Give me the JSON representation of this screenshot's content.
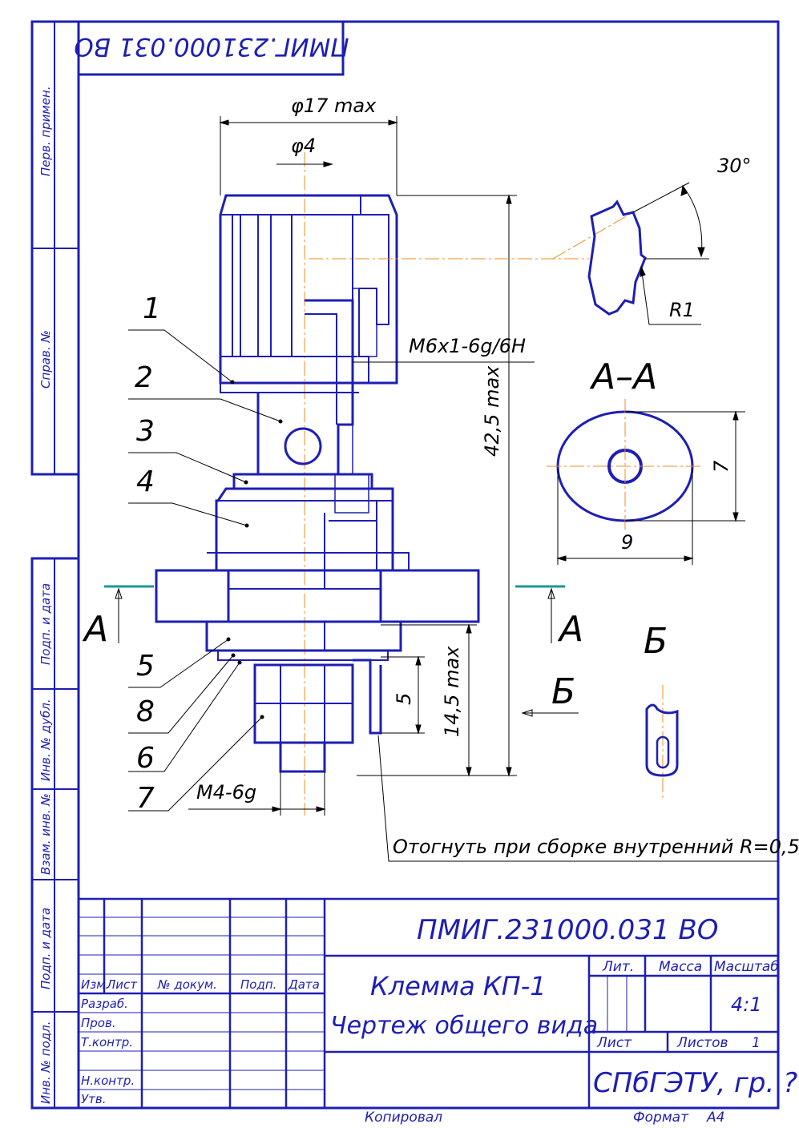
{
  "drawing": {
    "code_top": "ПМИГ.231000.031 ВО",
    "side_labels": {
      "perv_primen": "Перв. примен.",
      "sprav_no": "Справ. №",
      "podp_data_1": "Подп. и дата",
      "inv_dubl": "Инв. № дубл.",
      "vzam_inv": "Взам. инв. №",
      "podp_data_2": "Подп. и дата",
      "inv_podl": "Инв. № подл."
    },
    "dimensions": {
      "d17": "φ17 max",
      "d4": "φ4",
      "h425": "42,5 max",
      "h145": "14,5 max",
      "h5": "5",
      "thread_m6": "M6x1-6g/6H",
      "thread_m4": "M4-6g",
      "angle": "30°",
      "radius": "R1",
      "w9": "9",
      "h7": "7"
    },
    "section_labels": {
      "aa": "А–А",
      "a_left": "А",
      "a_right": "А",
      "b_arrow": "Б",
      "b_view": "Б"
    },
    "positions": [
      "1",
      "2",
      "3",
      "4",
      "5",
      "8",
      "6",
      "7"
    ],
    "note": "Отогнуть при сборке внутренний R=0,5",
    "accent_color": "#1e1eb4",
    "axis_color": "#f08c1e",
    "section_marker_color": "#1e9696"
  },
  "title_block": {
    "code": "ПМИГ.231000.031 ВО",
    "name_line1": "Клемма КП-1",
    "name_line2": "Чертеж общего вида",
    "headers": {
      "izm": "Изм.",
      "list": "Лист",
      "doc_no": "№ докум.",
      "podp": "Подп.",
      "data": "Дата",
      "lit": "Лит.",
      "massa": "Масса",
      "masshtab": "Масштаб"
    },
    "rows": {
      "razrab": "Разраб.",
      "prov": "Пров.",
      "tkontr": "Т.контр.",
      "nkontr": "Н.контр.",
      "utv": "Утв."
    },
    "scale": "4:1",
    "sheet_label": "Лист",
    "sheets_label": "Листов",
    "sheets_count": "1",
    "organization": "СПбГЭТУ, гр. ?",
    "copied": "Копировал",
    "format_label": "Формат",
    "format_value": "А4"
  }
}
